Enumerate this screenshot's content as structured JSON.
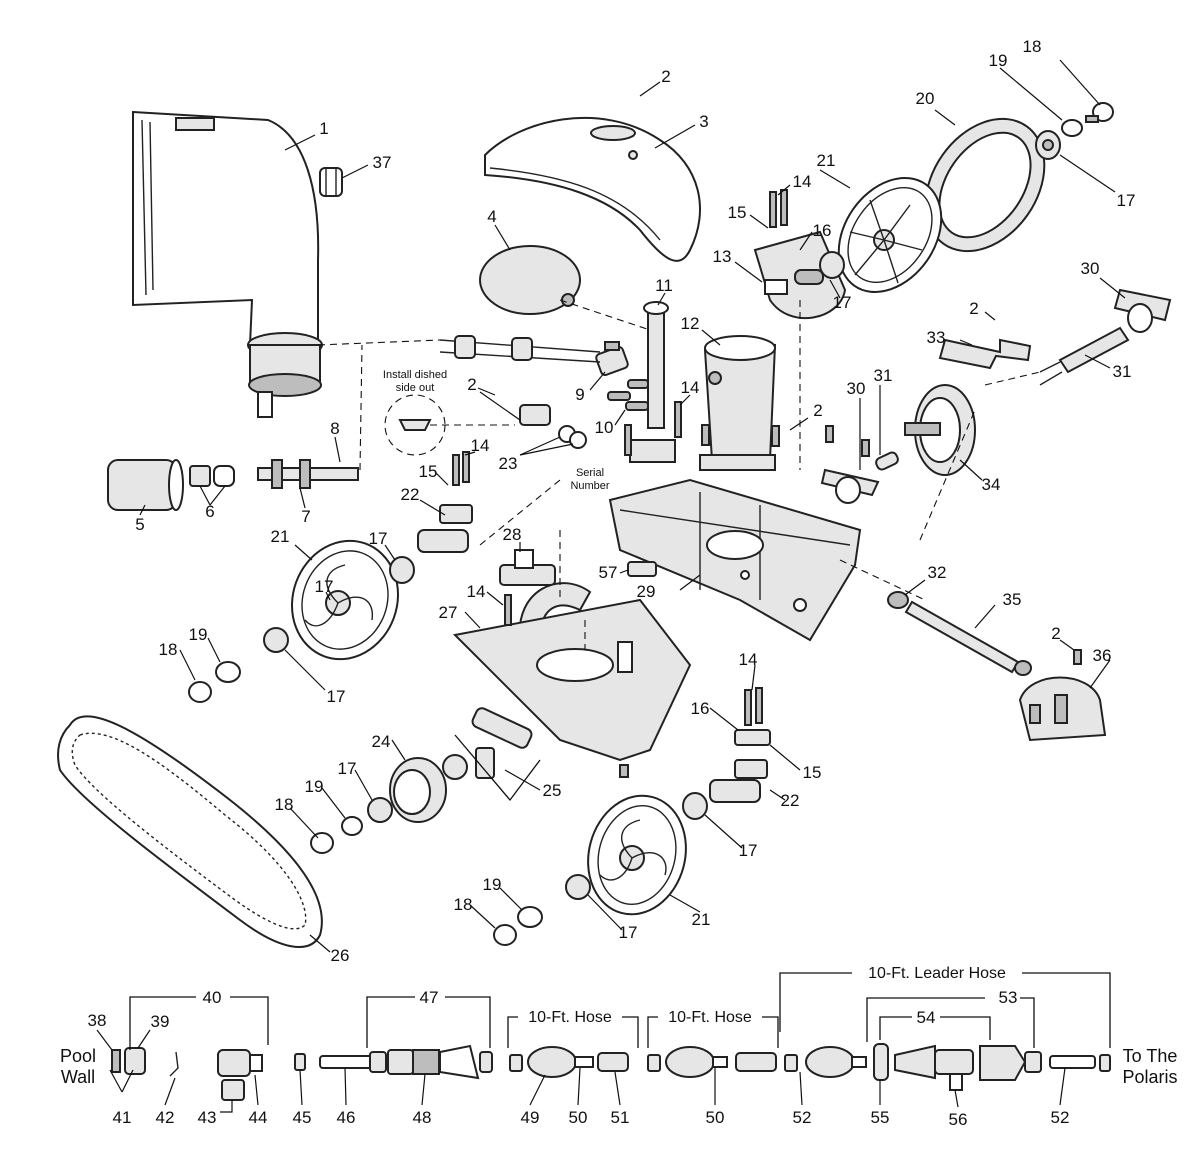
{
  "notes": {
    "install": [
      "Install dished",
      "side out"
    ],
    "serial": [
      "Serial",
      "Number"
    ]
  },
  "hose_labels": {
    "hose_a": "10-Ft. Hose",
    "hose_b": "10-Ft. Hose",
    "leader": "10-Ft. Leader Hose"
  },
  "side_labels": {
    "pool_wall": [
      "Pool",
      "Wall"
    ],
    "to_polaris": [
      "To The",
      "Polaris"
    ]
  },
  "callouts": {
    "c1": "1",
    "c37": "37",
    "c2a": "2",
    "c3": "3",
    "c4": "4",
    "c18a": "18",
    "c19a": "19",
    "c20": "20",
    "c21a": "21",
    "c17a": "17",
    "c14a": "14",
    "c15a": "15",
    "c16a": "16",
    "c13": "13",
    "c17b": "17",
    "c30a": "30",
    "c11": "11",
    "c12": "12",
    "c2b": "2",
    "c33": "33",
    "c31a": "31",
    "c9": "9",
    "c10": "10",
    "c14b": "14",
    "c2c": "2",
    "c30b": "30",
    "c31b": "31",
    "c34": "34",
    "c8": "8",
    "c5": "5",
    "c6": "6",
    "c7": "7",
    "c2d": "2",
    "c14c": "14",
    "c15b": "15",
    "c22a": "22",
    "c23": "23",
    "c17c": "17",
    "c21b": "21",
    "c17d": "17",
    "c28": "28",
    "c57": "57",
    "c29": "29",
    "c32": "32",
    "c35": "35",
    "c2e": "2",
    "c36": "36",
    "c14d": "14",
    "c27": "27",
    "c19b": "19",
    "c18b": "18",
    "c17e": "17",
    "c16b": "16",
    "c15c": "15",
    "c24": "24",
    "c17f": "17",
    "c22b": "22",
    "c19c": "19",
    "c18c": "18",
    "c25": "25",
    "c17g": "17",
    "c19d": "19",
    "c18d": "18",
    "c17h": "17",
    "c21c": "21",
    "c26": "26",
    "c40": "40",
    "c38": "38",
    "c39": "39",
    "c47": "47",
    "c53": "53",
    "c54": "54",
    "c41": "41",
    "c42": "42",
    "c43": "43",
    "c44": "44",
    "c45": "45",
    "c46": "46",
    "c48": "48",
    "c49": "49",
    "c50a": "50",
    "c51": "51",
    "c50b": "50",
    "c52a": "52",
    "c55": "55",
    "c56": "56",
    "c52b": "52"
  }
}
